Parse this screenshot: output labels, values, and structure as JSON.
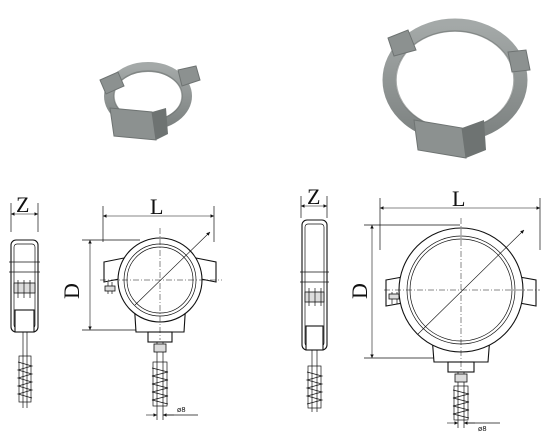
{
  "dimension_labels": {
    "small": {
      "z": "Z",
      "l": "L",
      "d": "D",
      "rod": "ø8"
    },
    "large": {
      "z": "Z",
      "l": "L",
      "d": "D",
      "rod": "ø8"
    }
  },
  "colors": {
    "product_photo": "#8c9190",
    "product_shadow": "#6e7372",
    "line": "#111111"
  }
}
